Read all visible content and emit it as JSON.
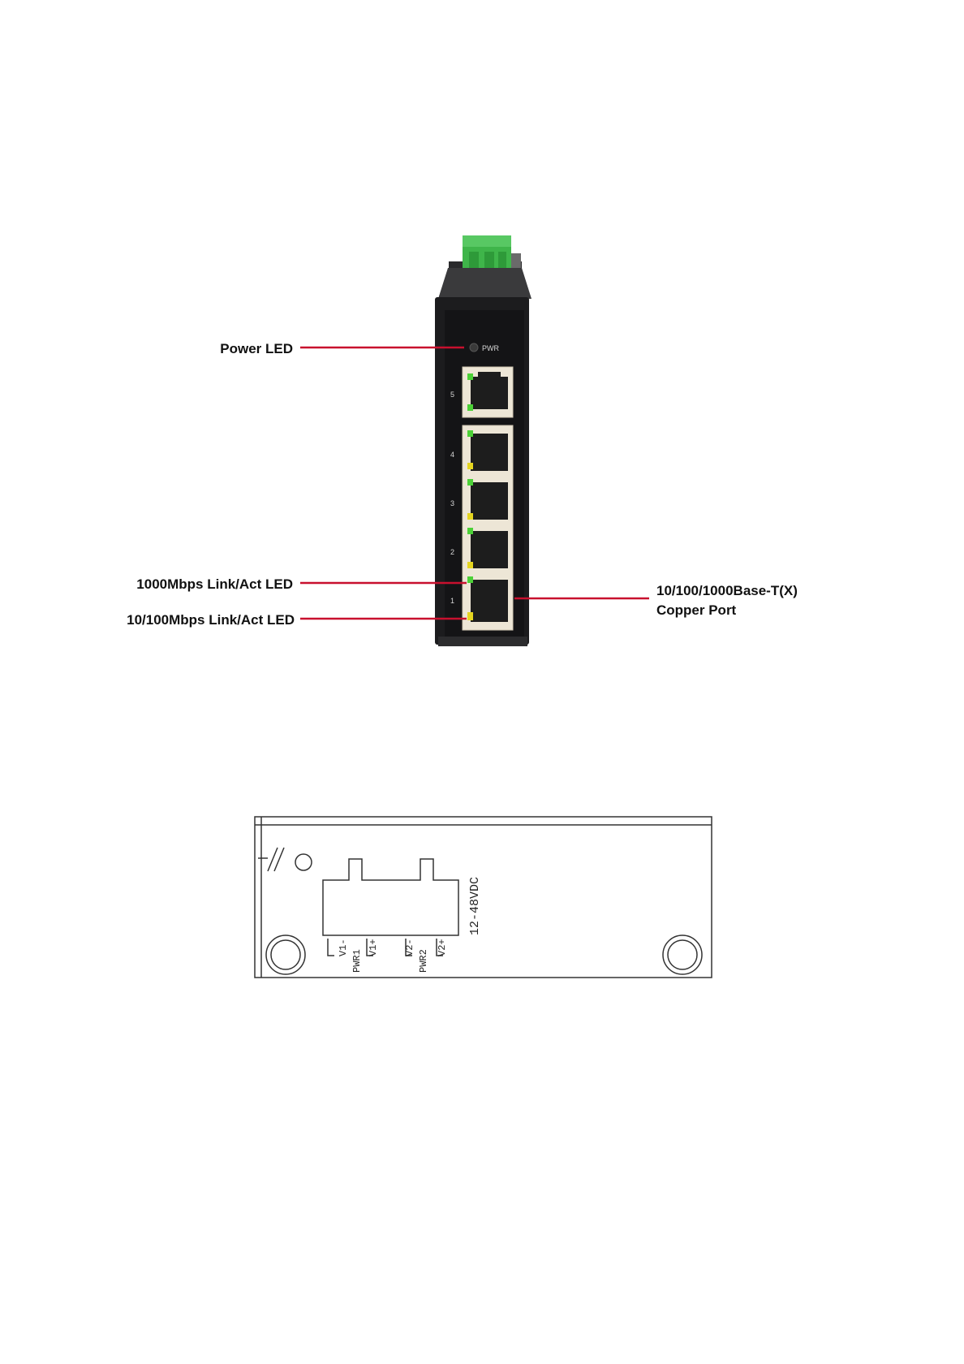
{
  "front_view": {
    "pwr_label": "PWR",
    "port_numbers": [
      "5",
      "4",
      "3",
      "2",
      "1"
    ],
    "callouts": {
      "power_led": "Power LED",
      "link_1000": "1000Mbps Link/Act LED",
      "link_10_100": "10/100Mbps Link/Act LED",
      "copper_port_line1": "10/100/1000Base-T(X)",
      "copper_port_line2": "Copper Port"
    },
    "colors": {
      "housing": "#1c1c1e",
      "terminal_block": "#3fb54a",
      "callout_line": "#c8102e",
      "led_green": "#4cd137",
      "led_yellow": "#e5d520",
      "port_frame": "#ede6d6"
    }
  },
  "top_view": {
    "voltage": "12-48VDC",
    "pwr1": {
      "v_minus": "V1-",
      "name": "PWR1",
      "v_plus": "V1+"
    },
    "pwr2": {
      "v_minus": "V2-",
      "name": "PWR2",
      "v_plus": "V2+"
    },
    "icons": [
      "ground-icon",
      "mounting-hole-icon",
      "screw-hole-icon"
    ]
  }
}
